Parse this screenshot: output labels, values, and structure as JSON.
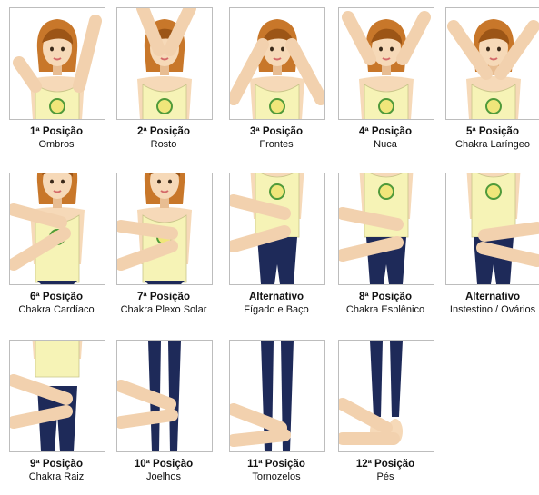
{
  "colors": {
    "skin": "#f6d9b8",
    "skin_shade": "#e8bd92",
    "hair": "#c8772a",
    "hair_dark": "#9c5516",
    "top": "#f6f3b6",
    "jeans": "#1e2a59",
    "badge_ring": "#4f9a3a",
    "badge_fill": "#f0e67a",
    "lip": "#d46a6a",
    "frame_border": "#bdbdbd"
  },
  "positions": [
    {
      "title": "1ª Posição",
      "area": "Ombros",
      "view": "head",
      "hands": "shoulders"
    },
    {
      "title": "2ª Posição",
      "area": "Rosto",
      "view": "head",
      "hands": "face"
    },
    {
      "title": "3ª Posição",
      "area": "Frontes",
      "view": "head",
      "hands": "temples"
    },
    {
      "title": "4ª Posição",
      "area": "Nuca",
      "view": "head",
      "hands": "nape"
    },
    {
      "title": "5ª Posição",
      "area": "Chakra Laríngeo",
      "view": "head",
      "hands": "throat"
    },
    {
      "title": "6ª Posição",
      "area": "Chakra Cardíaco",
      "view": "torso",
      "hands": "heart"
    },
    {
      "title": "7ª Posição",
      "area": "Chakra Plexo Solar",
      "view": "torso",
      "hands": "solar"
    },
    {
      "title": "Alternativo",
      "area": "Fígado e Baço",
      "view": "body",
      "hands": "liver"
    },
    {
      "title": "8ª Posição",
      "area": "Chakra Esplênico",
      "view": "body",
      "hands": "spleen"
    },
    {
      "title": "Alternativo",
      "area": "Instestino / Ovários",
      "view": "body",
      "hands": "intestine"
    },
    {
      "title": "9ª Posição",
      "area": "Chakra Raiz",
      "view": "hips",
      "hands": "root"
    },
    {
      "title": "10ª Posição",
      "area": "Joelhos",
      "view": "legs",
      "hands": "knees"
    },
    {
      "title": "11ª Posição",
      "area": "Tornozelos",
      "view": "legs",
      "hands": "ankles"
    },
    {
      "title": "12ª Posição",
      "area": "Pés",
      "view": "legs",
      "hands": "feet"
    }
  ]
}
